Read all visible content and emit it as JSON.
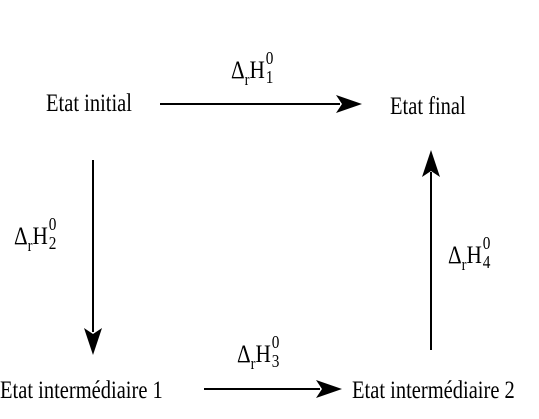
{
  "nodes": {
    "initial": "Etat initial",
    "final": "Etat final",
    "intermediate_1": "Etat intermédiaire 1",
    "intermediate_2": "Etat intermédiaire 2"
  },
  "arrows": [
    {
      "id": "arrow-1",
      "from": "Etat initial",
      "to": "Etat final",
      "label": {
        "symbol": "Δ",
        "sub_r": "r",
        "main": "H",
        "sup": "0",
        "sub": "1"
      }
    },
    {
      "id": "arrow-2",
      "from": "Etat initial",
      "to": "Etat intermédiaire 1",
      "label": {
        "symbol": "Δ",
        "sub_r": "r",
        "main": "H",
        "sup": "0",
        "sub": "2"
      }
    },
    {
      "id": "arrow-3",
      "from": "Etat intermédiaire 1",
      "to": "Etat intermédiaire 2",
      "label": {
        "symbol": "Δ",
        "sub_r": "r",
        "main": "H",
        "sup": "0",
        "sub": "3"
      }
    },
    {
      "id": "arrow-4",
      "from": "Etat intermédiaire 2",
      "to": "Etat final",
      "label": {
        "symbol": "Δ",
        "sub_r": "r",
        "main": "H",
        "sup": "0",
        "sub": "4"
      }
    }
  ],
  "colors": {
    "line": "#000000",
    "text": "#000000",
    "background": "#ffffff"
  }
}
